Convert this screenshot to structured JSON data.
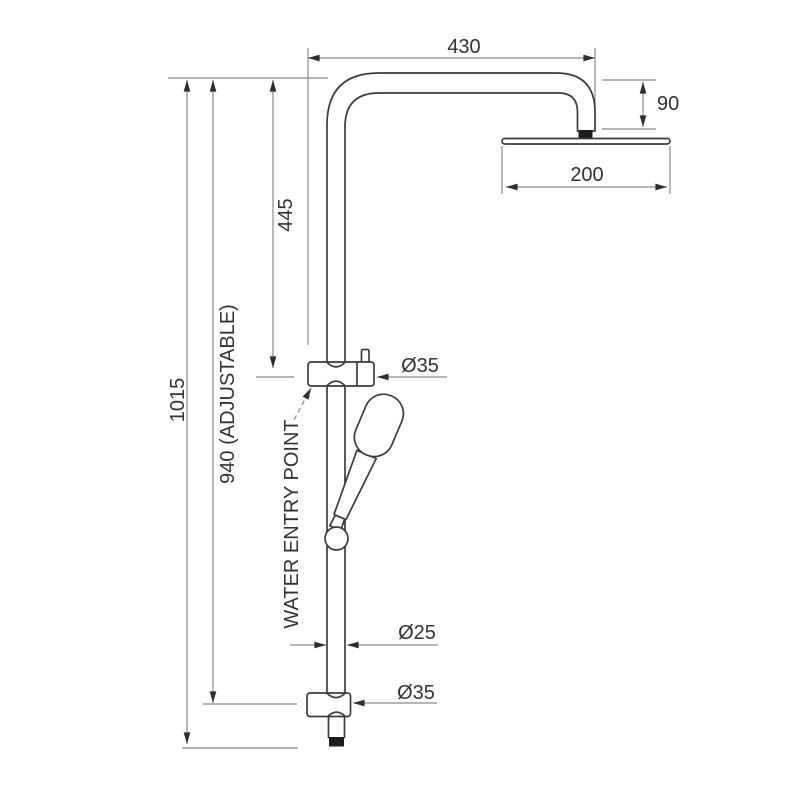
{
  "diagram": {
    "type": "technical-drawing",
    "subject": "shower column with overhead rain shower head, sliding rail and hand shower",
    "colors": {
      "background": "#ffffff",
      "outline": "#3c3c3c",
      "dimension_line": "#8a8a8a",
      "arrow": "#2e2e2e",
      "text": "#333333",
      "solid_black": "#1c1c1c"
    },
    "dimensions": {
      "arm_reach": "430",
      "head_drop": "90",
      "head_diameter": "200",
      "upper_section": "445",
      "overall_height": "1015",
      "adjustable_height": "940 (ADJUSTABLE)",
      "slider_bracket_diameter": "Ø35",
      "rail_diameter": "Ø25",
      "base_bracket_diameter": "Ø35"
    },
    "annotations": {
      "water_entry_label": "WATER ENTRY POINT"
    }
  }
}
